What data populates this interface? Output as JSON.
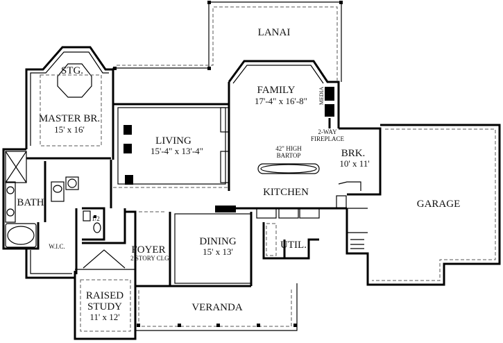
{
  "rooms": {
    "lanai": {
      "name": "LANAI"
    },
    "storage": {
      "name": "STG."
    },
    "master": {
      "name": "MASTER BR.",
      "size": "15' x 16'"
    },
    "family": {
      "name": "FAMILY",
      "size": "17'-4\" x 16'-8\""
    },
    "media": {
      "name": "MEDIA"
    },
    "living": {
      "name": "LIVING",
      "size": "15'-4\" x 13'-4\""
    },
    "fireplace": {
      "line1": "2-WAY",
      "line2": "FIREPLACE"
    },
    "breakfast": {
      "name": "BRK.",
      "size": "10' x 11'"
    },
    "bartop": {
      "line1": "42\" HIGH",
      "line2": "BARTOP"
    },
    "bath": {
      "name": "BATH"
    },
    "kitchen": {
      "name": "KITCHEN"
    },
    "garage": {
      "name": "GARAGE"
    },
    "half_bath": {
      "name": "1/2"
    },
    "dining": {
      "name": "DINING",
      "size": "15' x 13'"
    },
    "wic": {
      "name": "W.I.C."
    },
    "foyer": {
      "name": "FOYER",
      "note": "2 STORY CLG."
    },
    "utility": {
      "name": "UTIL."
    },
    "study": {
      "line1": "RAISED",
      "line2": "STUDY",
      "size": "11' x 12'"
    },
    "veranda": {
      "name": "VERANDA"
    }
  }
}
